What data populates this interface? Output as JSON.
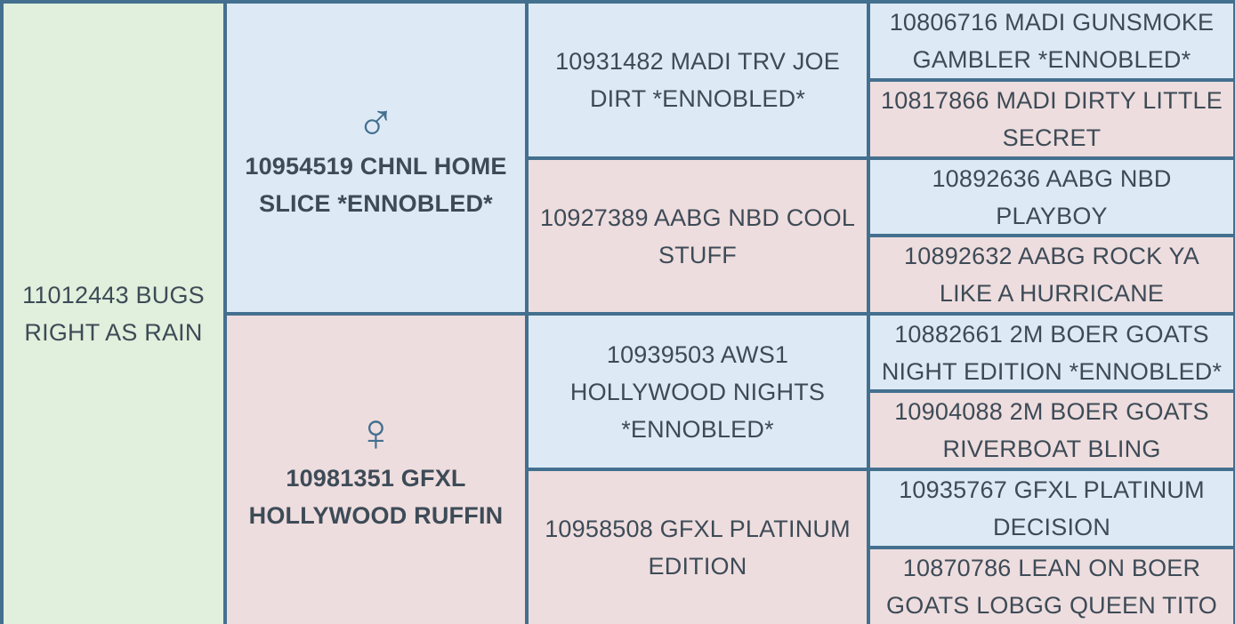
{
  "subject": {
    "label": "11012443 BUGS RIGHT AS RAIN"
  },
  "sire": {
    "symbol": "♂",
    "label": "10954519 CHNL HOME SLICE *ENNOBLED*",
    "sire": {
      "label": "10931482 MADI TRV JOE DIRT *ENNOBLED*",
      "sire": {
        "label": "10806716 MADI GUNSMOKE GAMBLER *ENNOBLED*"
      },
      "dam": {
        "label": "10817866 MADI DIRTY LITTLE SECRET"
      }
    },
    "dam": {
      "label": "10927389 AABG NBD COOL STUFF",
      "sire": {
        "label": "10892636 AABG NBD PLAYBOY"
      },
      "dam": {
        "label": "10892632 AABG ROCK YA LIKE A HURRICANE"
      }
    }
  },
  "dam": {
    "symbol": "♀",
    "label": "10981351 GFXL HOLLYWOOD RUFFIN",
    "sire": {
      "label": "10939503 AWS1 HOLLYWOOD NIGHTS *ENNOBLED*",
      "sire": {
        "label": "10882661 2M BOER GOATS NIGHT EDITION *ENNOBLED*"
      },
      "dam": {
        "label": "10904088 2M BOER GOATS RIVERBOAT BLING"
      }
    },
    "dam": {
      "label": "10958508 GFXL PLATINUM EDITION",
      "sire": {
        "label": "10935767 GFXL PLATINUM DECISION"
      },
      "dam": {
        "label": "10870786 LEAN ON BOER GOATS LOBGG QUEEN TITO"
      }
    }
  }
}
